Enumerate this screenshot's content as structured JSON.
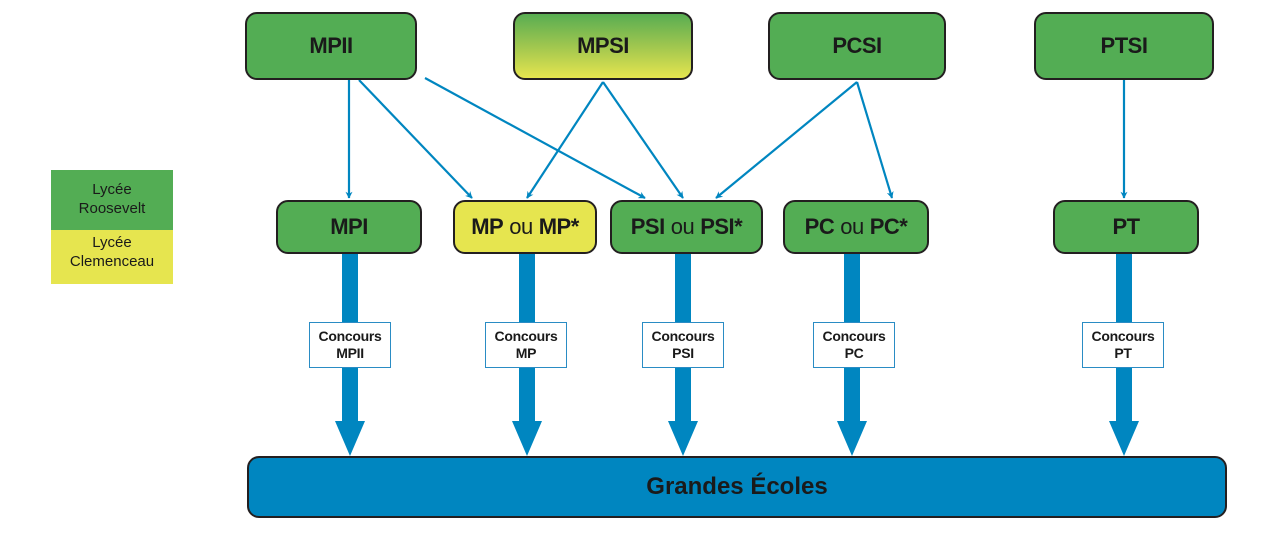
{
  "colors": {
    "roosevelt_green": "#53ad54",
    "clemenceau_yellow": "#e6e54f",
    "arrow_blue": "#0086c0",
    "outline": "#231f20"
  },
  "legend": [
    {
      "line1": "Lycée",
      "line2": "Roosevelt",
      "color": "#53ad54"
    },
    {
      "line1": "Lycée",
      "line2": "Clemenceau",
      "color": "#e6e54f"
    }
  ],
  "first_year": [
    {
      "id": "mpii",
      "label": "MPII",
      "lycee": "Roosevelt"
    },
    {
      "id": "mpsi",
      "label": "MPSI",
      "lycee": "Roosevelt / Clemenceau"
    },
    {
      "id": "pcsi",
      "label": "PCSI",
      "lycee": "Roosevelt"
    },
    {
      "id": "ptsi",
      "label": "PTSI",
      "lycee": "Roosevelt"
    }
  ],
  "second_year": [
    {
      "id": "mpi",
      "a": "MPI",
      "ou": "",
      "b": "",
      "lycee": "Roosevelt"
    },
    {
      "id": "mp",
      "a": "MP",
      "ou": "ou",
      "b": "MP*",
      "lycee": "Clemenceau"
    },
    {
      "id": "psi",
      "a": "PSI",
      "ou": "ou",
      "b": "PSI*",
      "lycee": "Roosevelt"
    },
    {
      "id": "pc",
      "a": "PC",
      "ou": "ou",
      "b": "PC*",
      "lycee": "Roosevelt"
    },
    {
      "id": "pt",
      "a": "PT",
      "ou": "",
      "b": "",
      "lycee": "Roosevelt"
    }
  ],
  "connections": [
    [
      "mpii",
      "mpi"
    ],
    [
      "mpii",
      "mp"
    ],
    [
      "mpii",
      "psi"
    ],
    [
      "mpsi",
      "mp"
    ],
    [
      "mpsi",
      "psi"
    ],
    [
      "pcsi",
      "psi"
    ],
    [
      "pcsi",
      "pc"
    ],
    [
      "ptsi",
      "pt"
    ]
  ],
  "concours": [
    {
      "line1": "Concours",
      "line2": "MPII"
    },
    {
      "line1": "Concours",
      "line2": "MP"
    },
    {
      "line1": "Concours",
      "line2": "PSI"
    },
    {
      "line1": "Concours",
      "line2": "PC"
    },
    {
      "line1": "Concours",
      "line2": "PT"
    }
  ],
  "destination": {
    "label": "Grandes Écoles"
  }
}
